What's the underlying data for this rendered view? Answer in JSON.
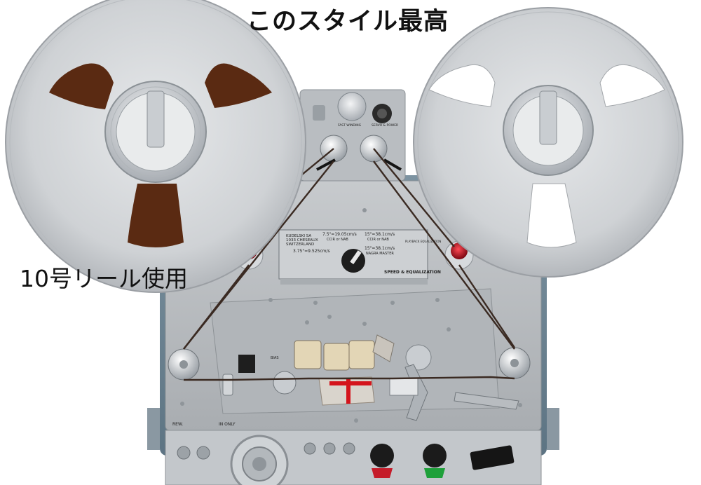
{
  "captions": {
    "title": "このスタイル最高",
    "reel_note": "10号リール使用"
  },
  "deck": {
    "brand_block": [
      "KUDELSKI SA",
      "1033 CHESEAUX",
      "SWITZERLAND"
    ],
    "speed_plate": {
      "high": "7.5\"=19.05cm/s",
      "high_sub": "CCIR or NAB",
      "hi2": "15\"=38.1cm/s",
      "hi2_sub": "CCIR or NAB",
      "low": "3.75\"=9.525cm/s",
      "master": "15\"=38.1cm/s",
      "master_sub": "NAGRA MASTER",
      "caption": "SPEED & EQUALIZATION"
    },
    "labels": {
      "fast_winding": "FAST WINDING",
      "servo_power": "SERVO & POWER",
      "rew": "REW.",
      "in_only": "IN ONLY",
      "bias": "BIAS",
      "playback": "PLAYBACK EQUALIZATION"
    }
  },
  "colors": {
    "reel_silver": "#c9ccd0",
    "reel_window_left": "#5a2a12",
    "deck_body": "#6f8796",
    "deck_plate": "#b8bcc0",
    "tape": "#3a2a22",
    "pinch_red": "#b01020"
  }
}
